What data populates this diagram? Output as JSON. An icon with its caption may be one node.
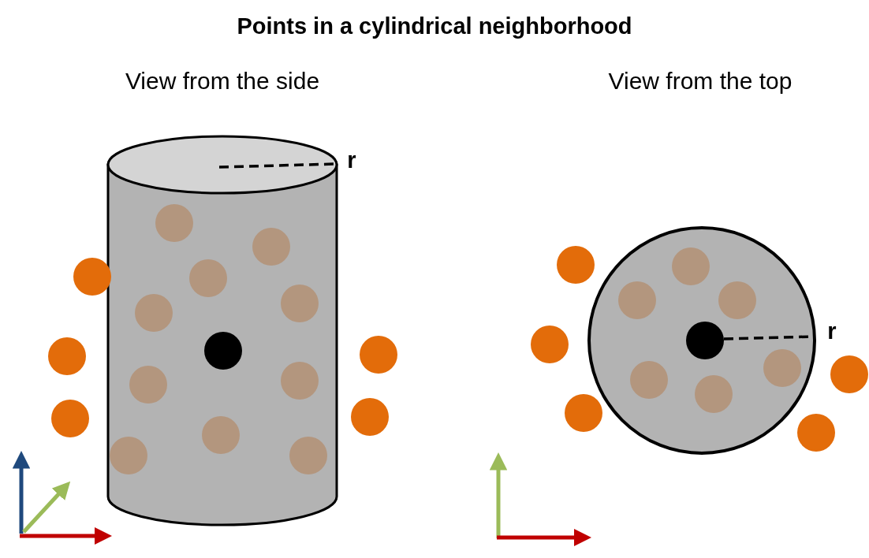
{
  "diagram": {
    "title": "Points in a cylindrical neighborhood",
    "labels": [
      "View from the side",
      "View from the top",
      "r",
      "r"
    ]
  }
}
